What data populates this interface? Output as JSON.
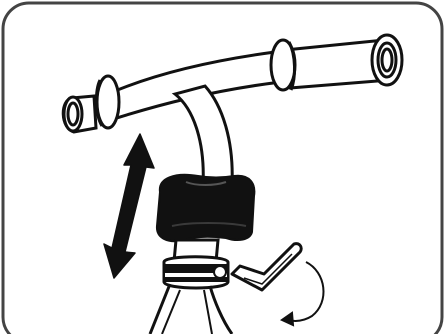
{
  "diagram": {
    "frame_color": "#444444",
    "ink_color": "#111111",
    "fill_light": "#ffffff",
    "knob_color": "#111111",
    "parts": [
      "handlebar",
      "left-grip",
      "right-grip",
      "stem",
      "height-adjust-knob",
      "seat-clamp-collar",
      "quick-release-lever",
      "height-adjust-arrow",
      "rotation-arrow",
      "frame-fork"
    ]
  }
}
